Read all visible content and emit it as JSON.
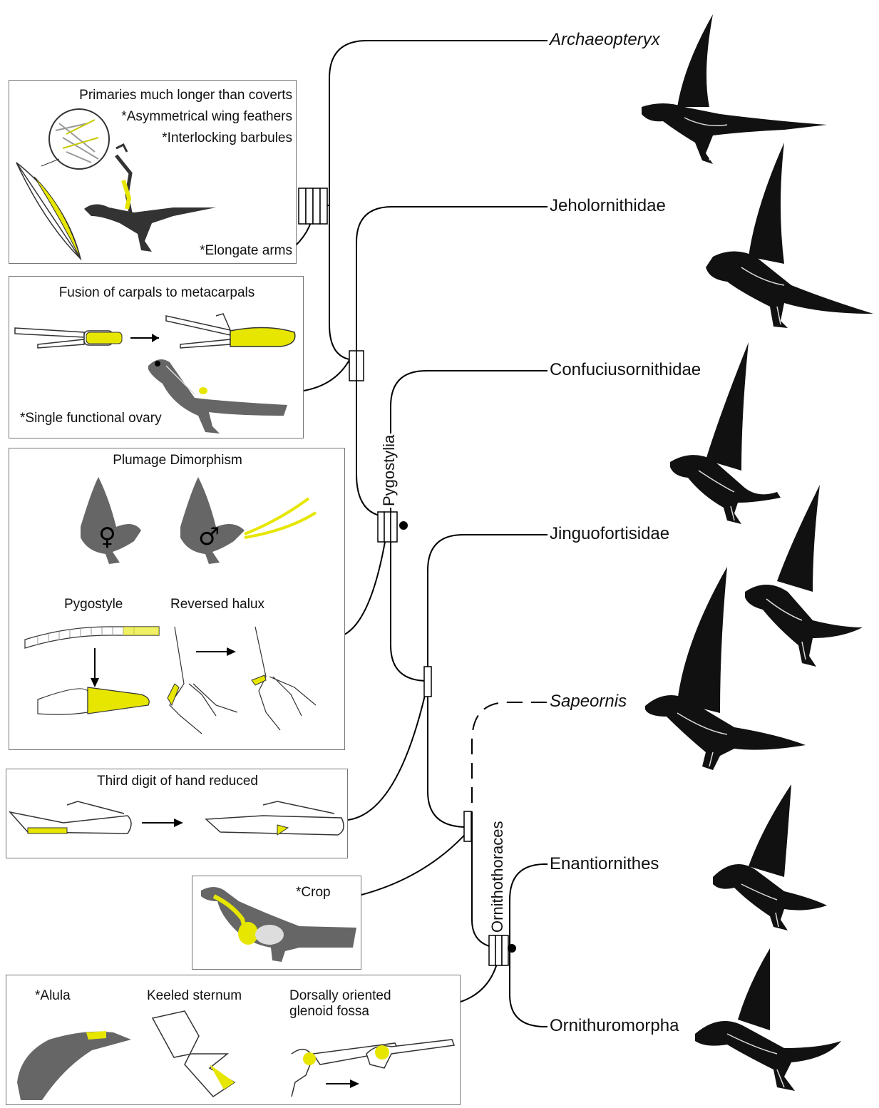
{
  "taxa": {
    "archaeopteryx": "Archaeopteryx",
    "jeholornithidae": "Jeholornithidae",
    "confuciusornithidae": "Confuciusornithidae",
    "jinguofortisidae": "Jinguofortisidae",
    "sapeornis": "Sapeornis",
    "enantiornithes": "Enantiornithes",
    "ornithuromorpha": "Ornithuromorpha"
  },
  "clades": {
    "pygostylia": "Pygostylia",
    "ornithothoraces": "Ornithothoraces"
  },
  "boxes": {
    "paraves": {
      "lines": [
        "Primaries much longer than coverts",
        "*Asymmetrical wing feathers",
        "*Interlocking barbules"
      ],
      "footer": "*Elongate arms"
    },
    "carpals": {
      "title": "Fusion of carpals to metacarpals",
      "footer": "*Single functional ovary"
    },
    "pygostyle": {
      "title": "Plumage Dimorphism",
      "female": "♀",
      "male": "♂",
      "left_label": "Pygostyle",
      "right_label": "Reversed halux"
    },
    "digit": {
      "title": "Third digit of hand reduced"
    },
    "crop": {
      "title": "*Crop"
    },
    "ornitho": {
      "col1": "*Alula",
      "col2": "Keeled sternum",
      "col3a": "Dorsally oriented",
      "col3b": "glenoid fossa"
    }
  },
  "colors": {
    "highlight": "#e6e600",
    "silhouette_black": "#111111",
    "silhouette_gray": "#666666",
    "box_border": "#777777"
  }
}
